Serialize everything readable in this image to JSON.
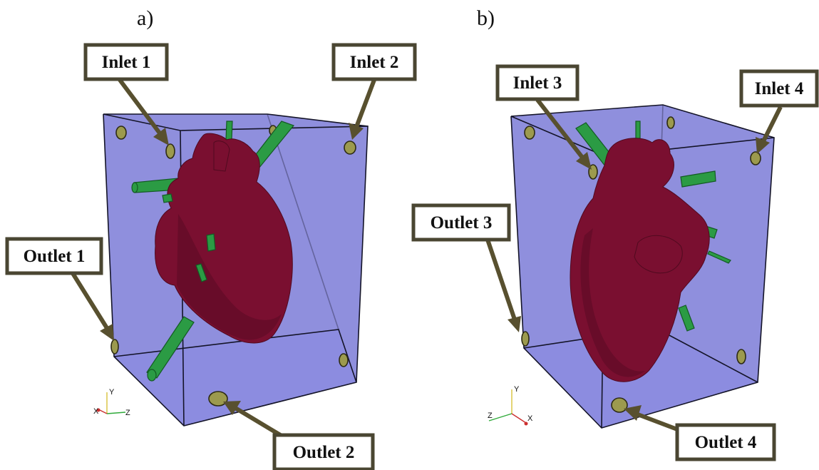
{
  "panels": [
    {
      "label": "a)",
      "callouts": [
        "Inlet 1",
        "Inlet 2",
        "Outlet 1",
        "Outlet 2"
      ],
      "axes": [
        "Y",
        "X",
        "Z"
      ]
    },
    {
      "label": "b)",
      "callouts": [
        "Inlet 3",
        "Inlet 4",
        "Outlet 3",
        "Outlet 4"
      ],
      "axes": [
        "Y",
        "Z",
        "X"
      ]
    }
  ],
  "colors": {
    "box_fill": "#6f6fd4",
    "heart": "#7a0f30",
    "tube": "#2b9b44",
    "port": "#9c9a4e",
    "arrow": "#58502f"
  }
}
